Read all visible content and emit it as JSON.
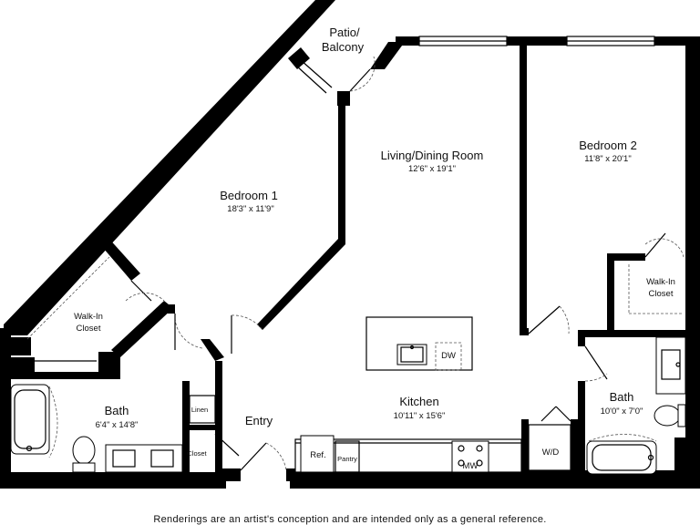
{
  "rooms": {
    "patio": {
      "name_line1": "Patio/",
      "name_line2": "Balcony"
    },
    "living": {
      "name": "Living/Dining Room",
      "dims": "12'6\" x 19'1\""
    },
    "bedroom1": {
      "name": "Bedroom 1",
      "dims": "18'3\" x 11'9\""
    },
    "bedroom2": {
      "name": "Bedroom 2",
      "dims": "11'8\" x 20'1\""
    },
    "walkin1": {
      "name_line1": "Walk-In",
      "name_line2": "Closet"
    },
    "walkin2": {
      "name_line1": "Walk-In",
      "name_line2": "Closet"
    },
    "bath1": {
      "name": "Bath",
      "dims": "6'4\" x 14'8\""
    },
    "bath2": {
      "name": "Bath",
      "dims": "10'0\" x 7'0\""
    },
    "kitchen": {
      "name": "Kitchen",
      "dims": "10'11\" x 15'6\""
    },
    "entry": {
      "name": "Entry"
    }
  },
  "fixtures": {
    "linen": "Linen",
    "closet": "Closet",
    "ref": "Ref.",
    "pantry": "Pantry",
    "dw": "DW",
    "mw": "MW",
    "wd": "W/D"
  },
  "disclaimer": "Renderings are an artist's conception and are intended only as a general reference."
}
